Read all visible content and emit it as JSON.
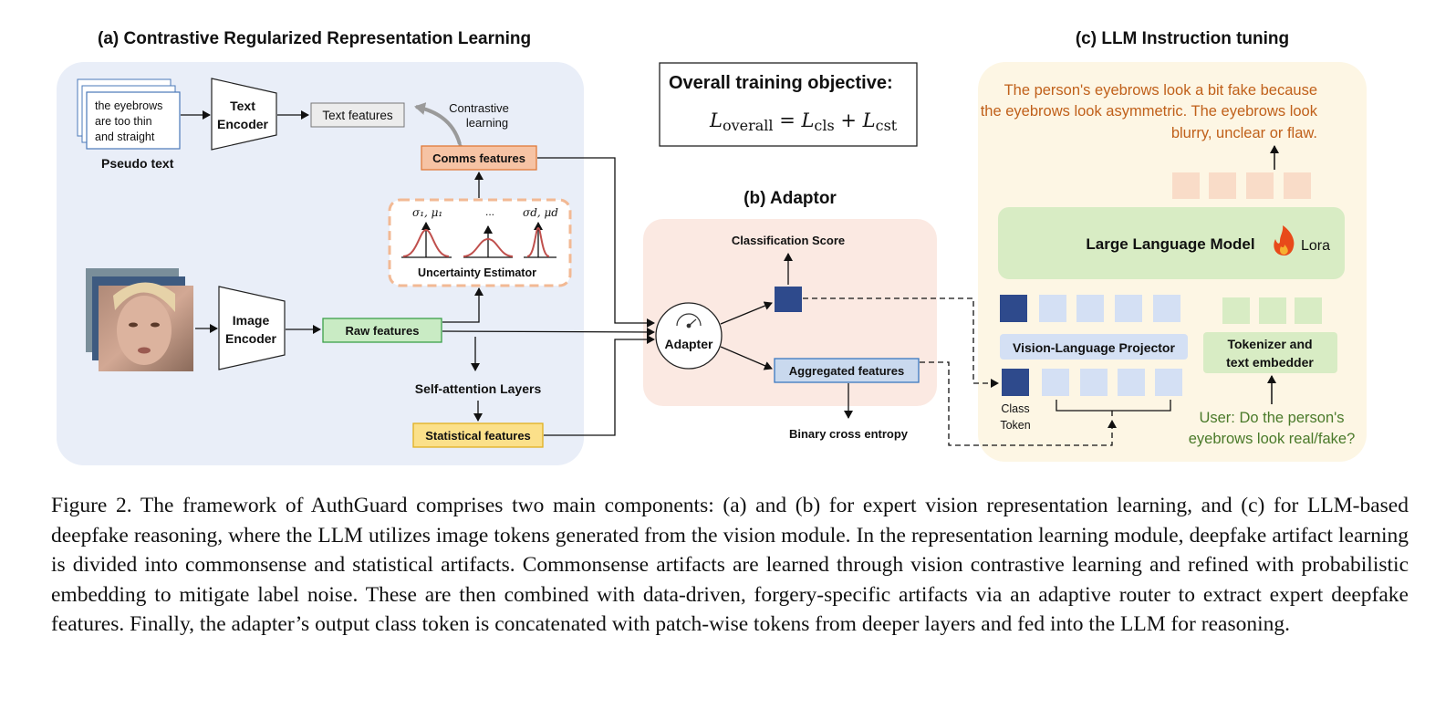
{
  "panel_a": {
    "title": "(a) Contrastive Regularized Representation Learning",
    "pseudo_text_lines": [
      "the eyebrows",
      "are too thin",
      "and straight"
    ],
    "pseudo_text_label": "Pseudo text",
    "text_encoder": [
      "Text",
      "Encoder"
    ],
    "text_features": "Text features",
    "contrastive": [
      "Contrastive",
      "learning"
    ],
    "comms_features": "Comms features",
    "sigma_1": "σ₁, μ₁",
    "ellipsis": "...",
    "sigma_d": "σd, μd",
    "uncertainty": "Uncertainty Estimator",
    "image_encoder": [
      "Image",
      "Encoder"
    ],
    "raw_features": "Raw features",
    "self_attention": "Self-attention Layers",
    "statistical_features": "Statistical features"
  },
  "objective": {
    "title": "Overall training objective:",
    "L": "L",
    "overall_sub": "overall",
    "eq": " = ",
    "cls_sub": "cls",
    "plus": " + ",
    "cst_sub": "cst"
  },
  "panel_b": {
    "title": "(b) Adaptor",
    "classification_score": "Classification Score",
    "adapter": "Adapter",
    "aggregated_features": "Aggregated features",
    "bce": "Binary cross entropy"
  },
  "panel_c": {
    "title": "(c) LLM Instruction tuning",
    "output_lines": [
      "The person's eyebrows look a bit fake because",
      "the eyebrows look asymmetric. The eyebrows look",
      "blurry, unclear or flaw."
    ],
    "llm": "Large Language Model",
    "lora": "Lora",
    "projector": "Vision-Language Projector",
    "tokenizer": [
      "Tokenizer and",
      "text embedder"
    ],
    "class_token": [
      "Class",
      "Token"
    ],
    "user_lines": [
      "User: Do the person's",
      "eyebrows look real/fake?"
    ]
  },
  "caption": "Figure 2. The framework of AuthGuard comprises two main components: (a) and (b) for expert vision representation learning, and (c) for LLM-based deepfake reasoning, where the LLM utilizes image tokens generated from the vision module. In the representation learning module, deepfake artifact learning is divided into commonsense and statistical artifacts. Commonsense artifacts are learned through vision contrastive learning and refined with probabilistic embedding to mitigate label noise. These are then combined with data-driven, forgery-specific artifacts via an adaptive router to extract expert deepfake features. Finally, the adapter’s output class token is concatenated with patch-wise tokens from deeper layers and fed into the LLM for reasoning."
}
